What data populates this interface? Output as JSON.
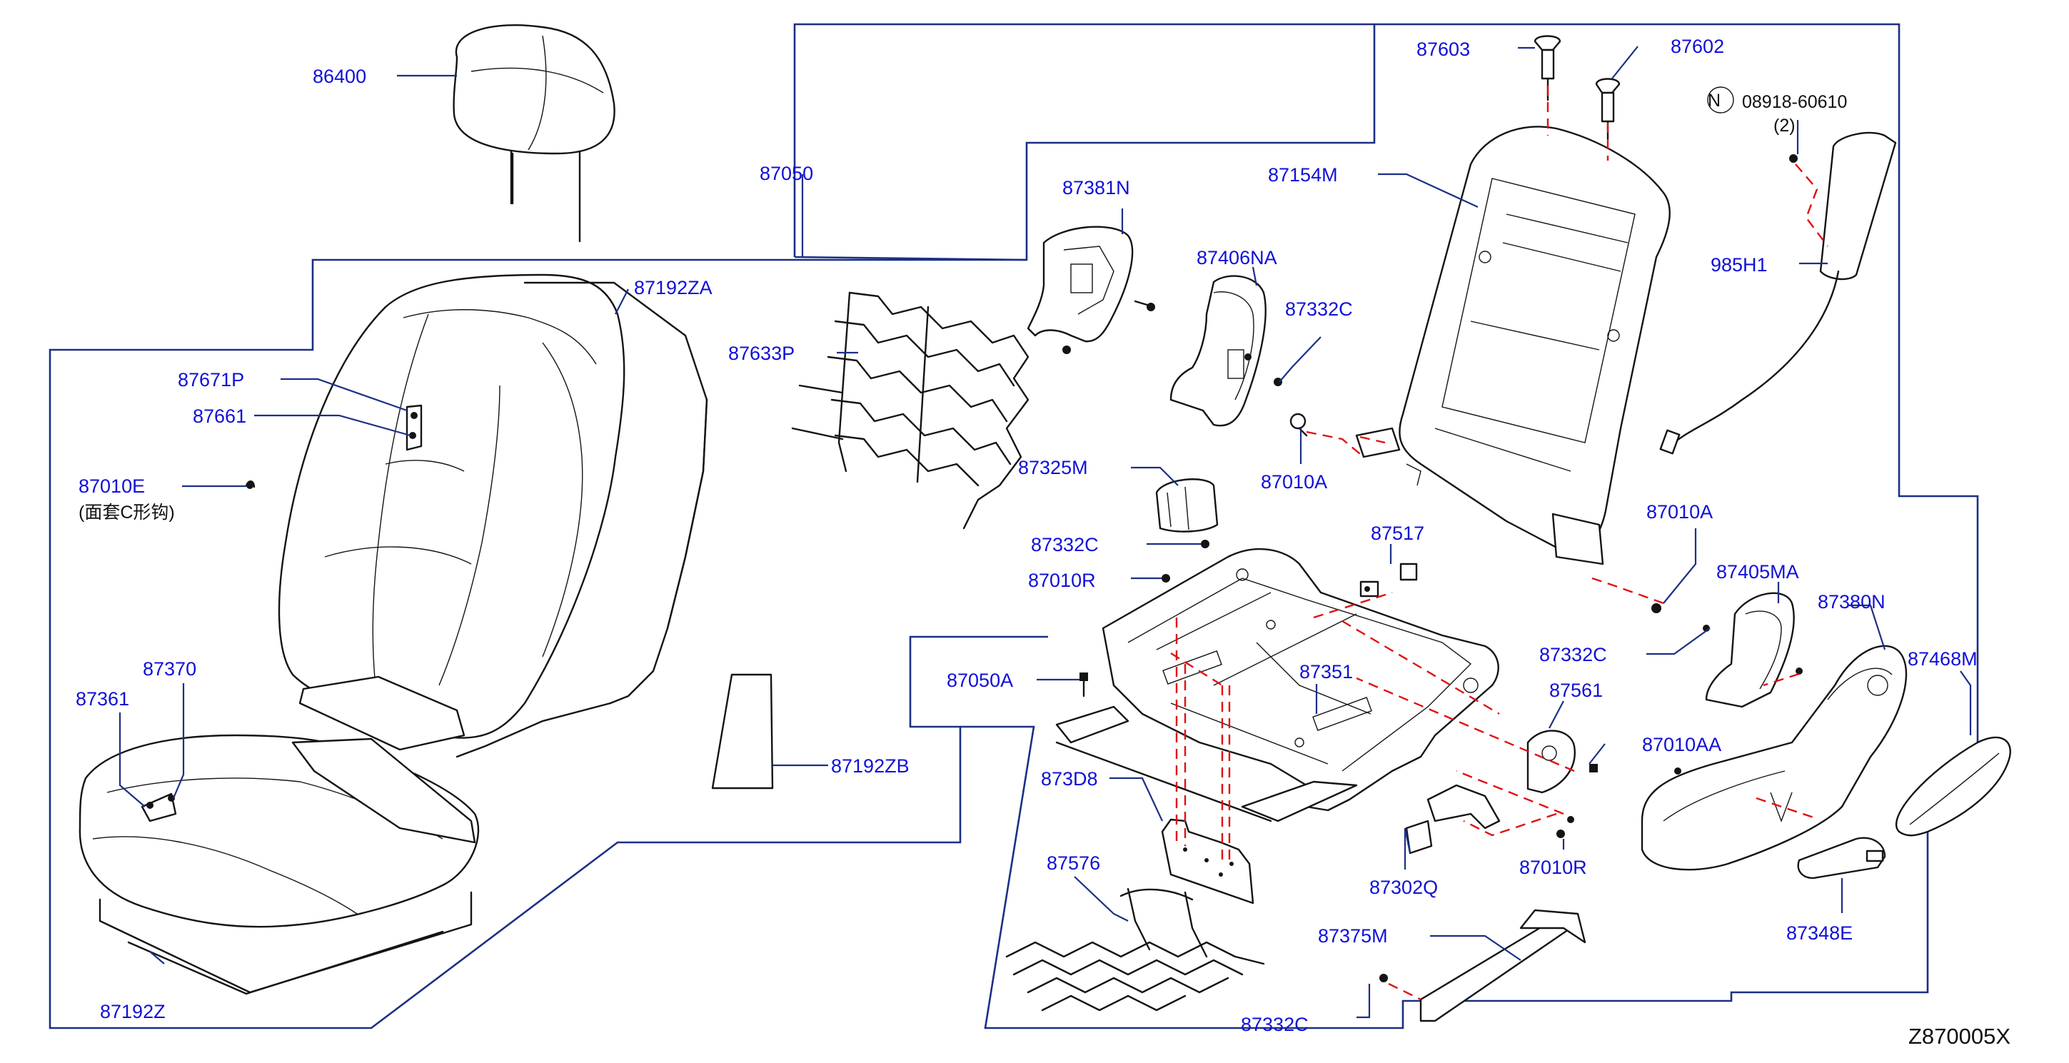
{
  "diagram": {
    "catalog_code": "Z870005X",
    "note_symbol": "N",
    "parts": [
      {
        "number": "86400"
      },
      {
        "number": "87050"
      },
      {
        "number": "87192ZA"
      },
      {
        "number": "87671P"
      },
      {
        "number": "87661"
      },
      {
        "number": "87010E",
        "note": "(面套C形钩)"
      },
      {
        "number": "87370"
      },
      {
        "number": "87361"
      },
      {
        "number": "87192Z"
      },
      {
        "number": "87192ZB"
      },
      {
        "number": "87633P"
      },
      {
        "number": "87381N"
      },
      {
        "number": "87406NA"
      },
      {
        "number": "87332C"
      },
      {
        "number": "87325M"
      },
      {
        "number": "87332C"
      },
      {
        "number": "87010R"
      },
      {
        "number": "87010A"
      },
      {
        "number": "87603"
      },
      {
        "number": "87602"
      },
      {
        "number": "87154M"
      },
      {
        "number": "08918-60610",
        "quantity": "(2)"
      },
      {
        "number": "985H1"
      },
      {
        "number": "87517"
      },
      {
        "number": "87010A"
      },
      {
        "number": "87405MA"
      },
      {
        "number": "87380N"
      },
      {
        "number": "87332C"
      },
      {
        "number": "87050A"
      },
      {
        "number": "87351"
      },
      {
        "number": "87561"
      },
      {
        "number": "87010AA"
      },
      {
        "number": "87468M"
      },
      {
        "number": "873D8"
      },
      {
        "number": "87302Q"
      },
      {
        "number": "87010R"
      },
      {
        "number": "87576"
      },
      {
        "number": "87375M"
      },
      {
        "number": "87348E"
      },
      {
        "number": "87332C"
      }
    ]
  }
}
